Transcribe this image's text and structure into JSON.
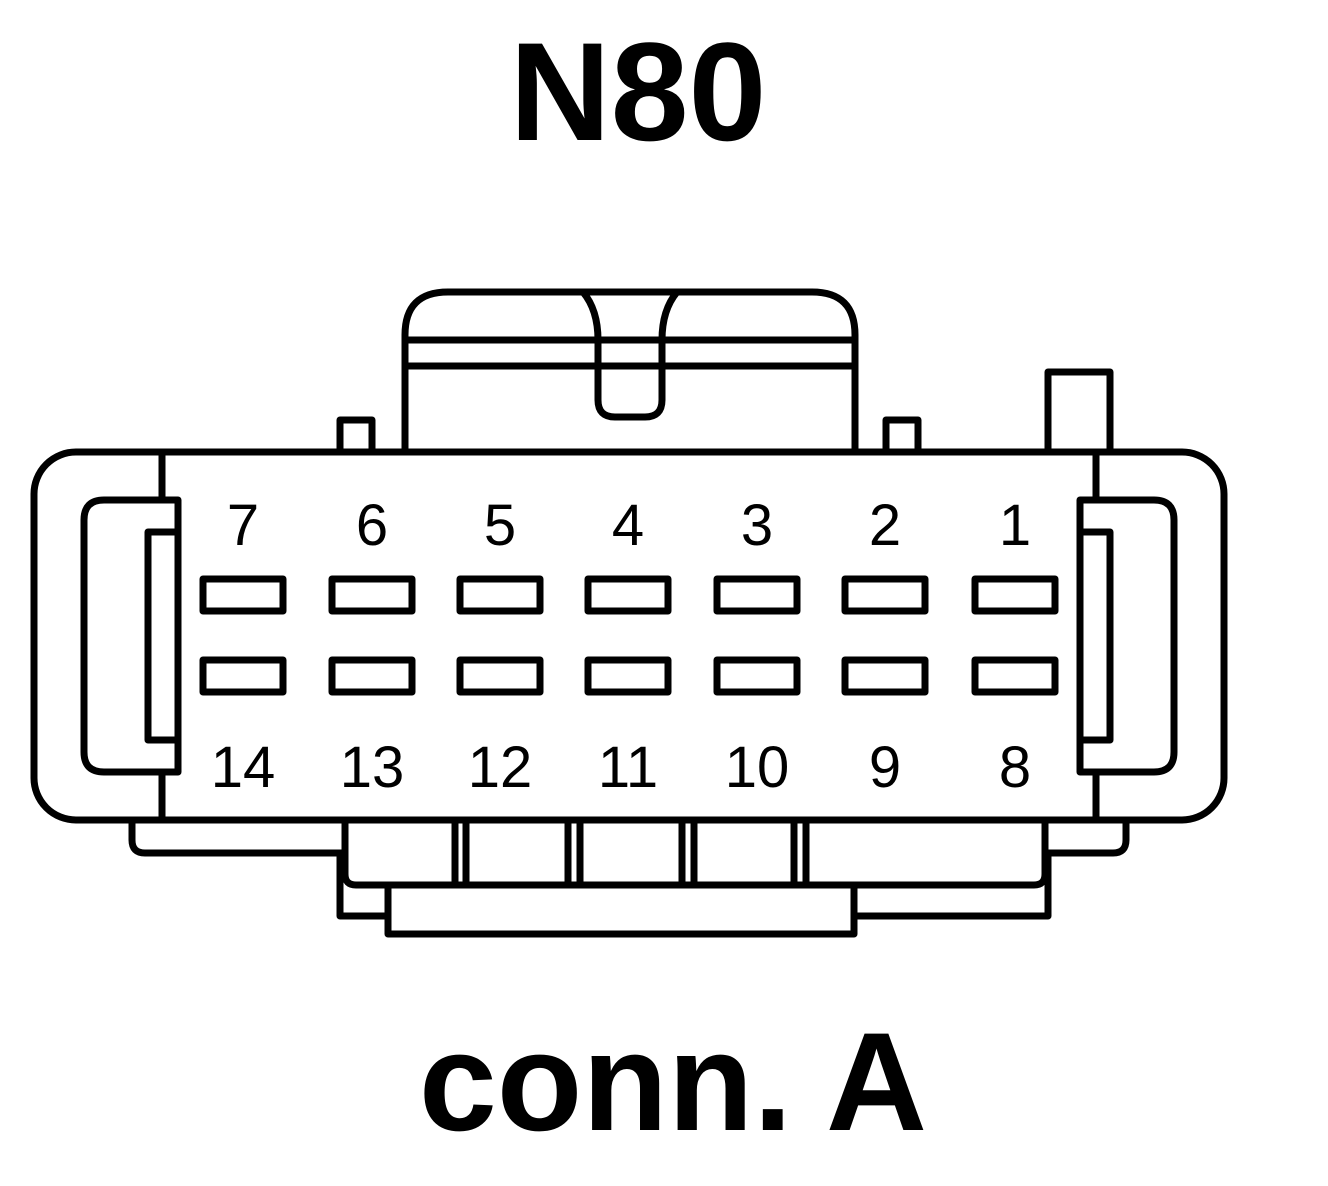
{
  "title": "N80",
  "caption": "conn. A",
  "pins": {
    "top_row": [
      "7",
      "6",
      "5",
      "4",
      "3",
      "2",
      "1"
    ],
    "bottom_row": [
      "14",
      "13",
      "12",
      "11",
      "10",
      "9",
      "8"
    ]
  }
}
